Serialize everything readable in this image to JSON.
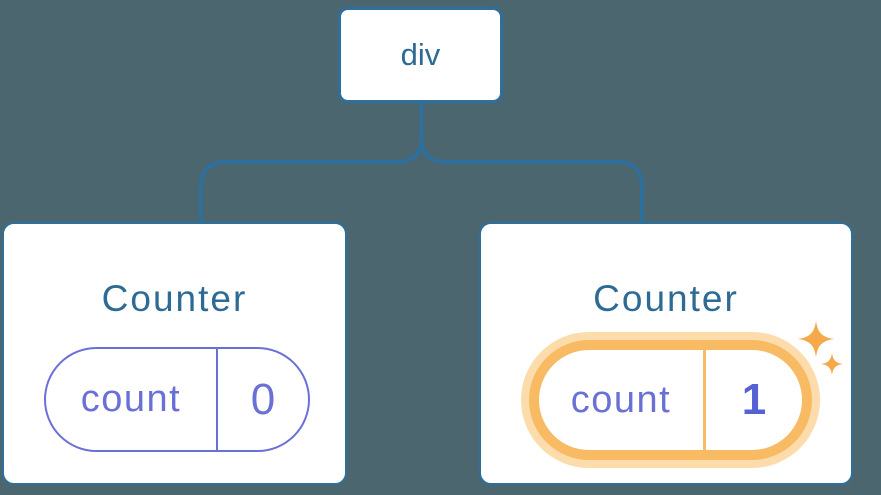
{
  "colors": {
    "background": "#4b666f",
    "card_bg": "#ffffff",
    "blue_line": "#2e6f9c",
    "blue_text": "#2d6b94",
    "purple": "#6a70d6",
    "purple_bold": "#5661d6",
    "orange_ring": "#f8bb63",
    "orange_halo": "#fbdcaa",
    "sparkle": "#f5a94a"
  },
  "tree": {
    "root": {
      "label": "div"
    },
    "children": [
      {
        "title": "Counter",
        "state": {
          "key": "count",
          "value": "0"
        },
        "highlighted": false
      },
      {
        "title": "Counter",
        "state": {
          "key": "count",
          "value": "1"
        },
        "highlighted": true
      }
    ]
  }
}
